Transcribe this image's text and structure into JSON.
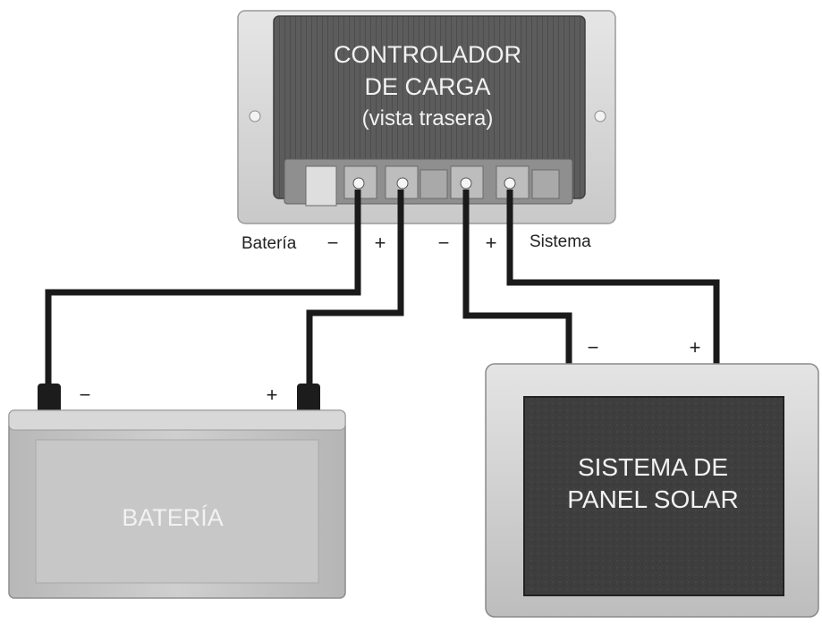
{
  "controller": {
    "line1": "CONTROLADOR",
    "line2": "DE CARGA",
    "line3": "(vista trasera)"
  },
  "terminal_labels": {
    "battery": "Batería",
    "battery_minus": "−",
    "battery_plus": "+",
    "panel_minus": "−",
    "panel_plus": "+",
    "system": "Sistema"
  },
  "battery": {
    "label": "BATERÍA",
    "minus": "−",
    "plus": "+"
  },
  "panel": {
    "line1": "SISTEMA DE",
    "line2": "PANEL SOLAR",
    "minus": "−",
    "plus": "+"
  },
  "colors": {
    "wire": "#1a1a1a",
    "controller_body": "#d9d9d9",
    "controller_face": "#5a5a5a",
    "battery_body": "#c4c4c4",
    "panel_frame": "#cfcfcf",
    "panel_face": "#3c3c3c"
  }
}
